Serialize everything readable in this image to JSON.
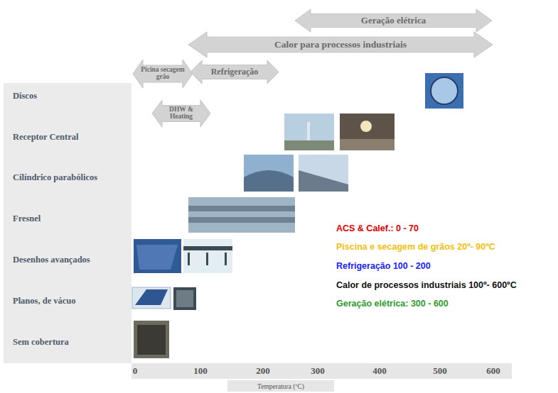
{
  "diagram": {
    "nodes": [
      {
        "text": [
          "Geração elétrica"
        ]
      },
      {
        "text": [
          "Calor para processos industriais"
        ]
      },
      {
        "text": [
          "Picina secagem grão"
        ]
      },
      {
        "text": [
          "Refrigeração"
        ]
      },
      {
        "text": [
          "DHW & Heating"
        ]
      }
    ],
    "labels": [
      "Discos",
      "Receptor Central",
      "Cilíndrico parabólicos",
      "Fresnel",
      "Desenhos avançados",
      "Planos, de vácuo",
      "Sem cobertura",
      "0",
      "100",
      "200",
      "300",
      "400",
      "500",
      "600",
      "Temperatura (ºC)",
      "ACS & Calef.: 0 - 70",
      "Piscina e secagem de grãos 20º- 90ºC",
      "Refrigeração 100 - 200",
      "Calor de processos industriais 100º- 600ºC",
      "Geração elétrica:  300 - 600"
    ]
  }
}
